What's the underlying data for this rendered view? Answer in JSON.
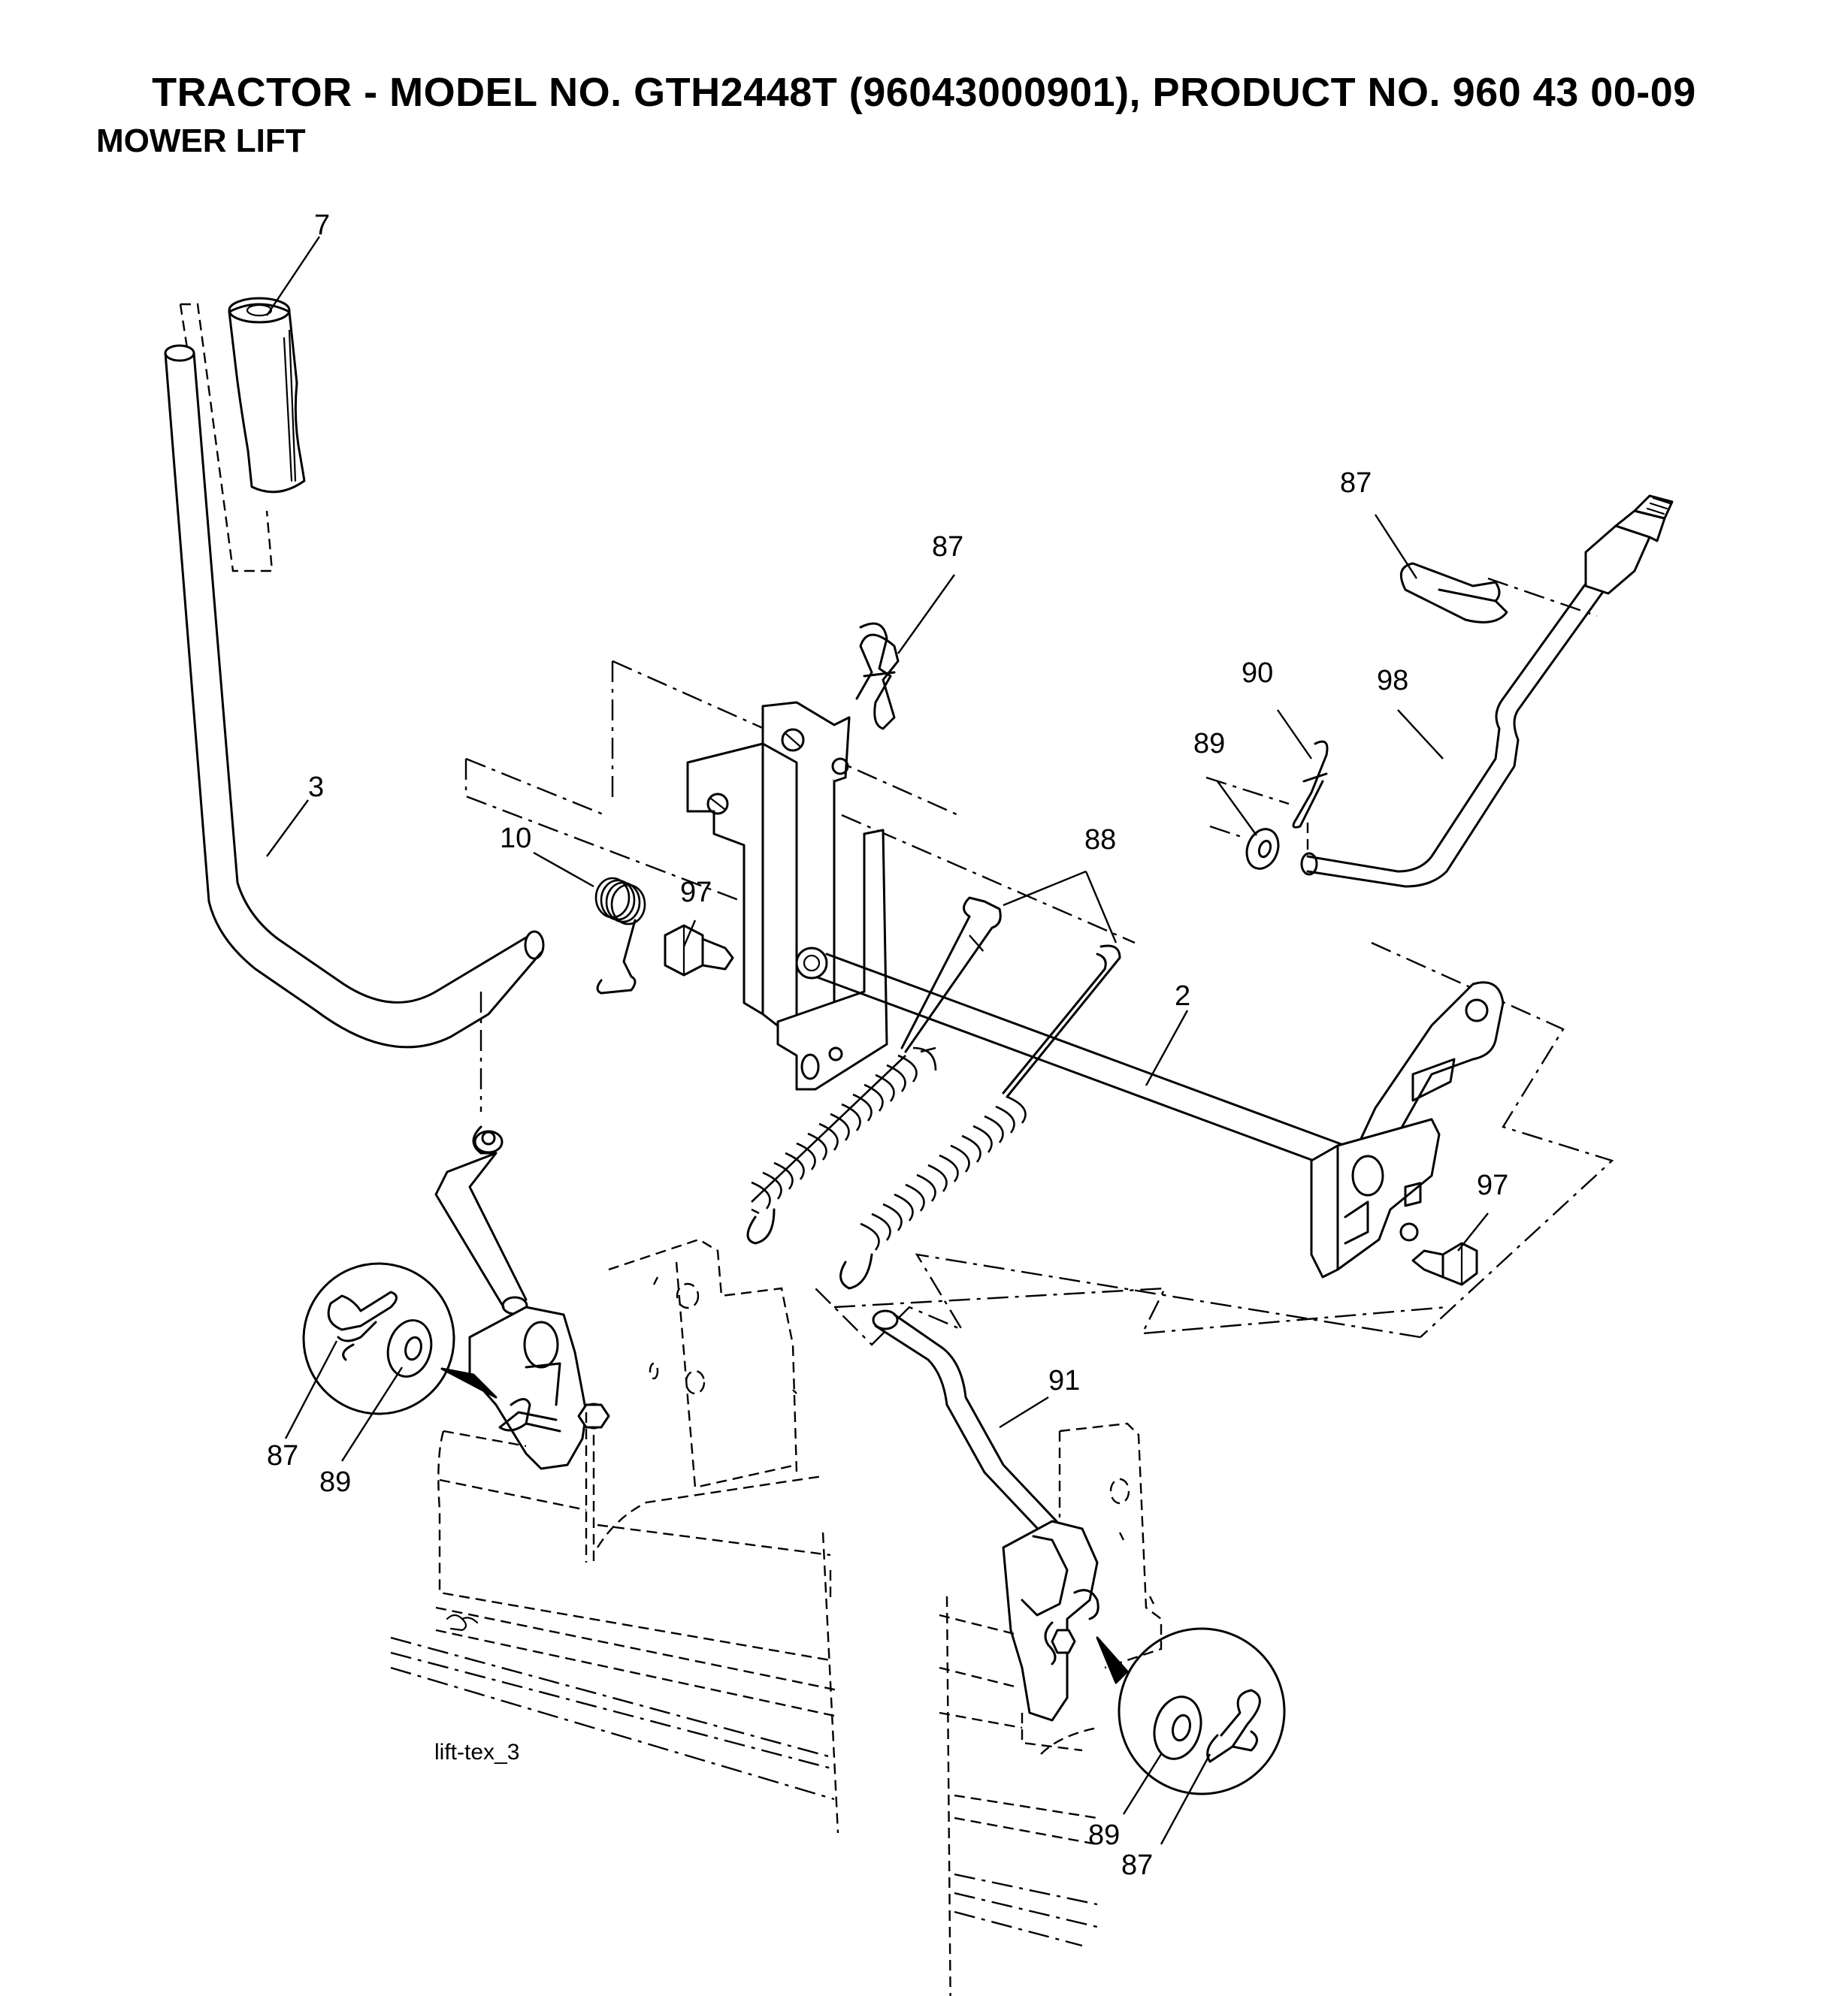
{
  "header": {
    "title": "TRACTOR - MODEL NO. GTH2448T (96043000901), PRODUCT NO. 960 43 00-09",
    "subtitle": "MOWER LIFT"
  },
  "callouts": {
    "handle_grip": "7",
    "lift_lever": "3",
    "torsion_spring": "10",
    "bolt_left": "97",
    "hairpin_top_center": "87",
    "extension_springs": "88",
    "lift_shaft": "2",
    "bolt_right": "97",
    "hairpin_top_right": "87",
    "washer_top_right": "89",
    "clip_top_right": "90",
    "adjust_rod": "98",
    "lift_link": "91",
    "detail_left_hairpin": "87",
    "detail_left_washer": "89",
    "detail_right_washer": "89",
    "detail_right_hairpin": "87"
  },
  "figure_ref": "lift-tex_3",
  "colors": {
    "line": "#000000",
    "background": "#ffffff"
  }
}
